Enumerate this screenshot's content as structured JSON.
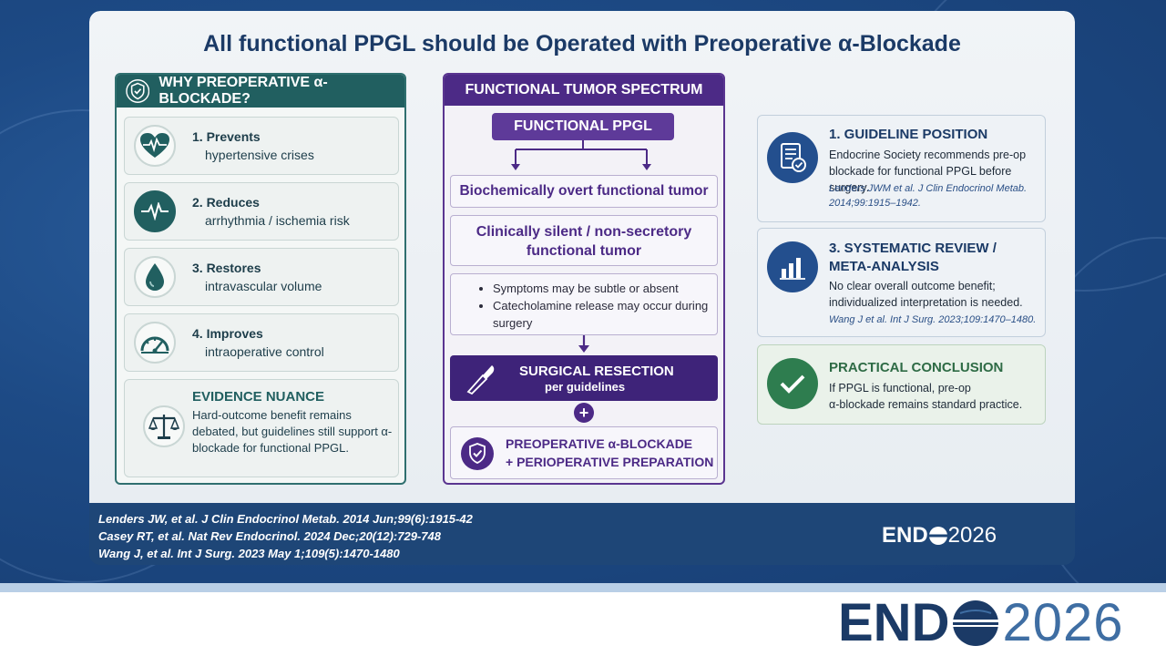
{
  "slide": {
    "title": "All functional PPGL should be Operated with Preoperative α-Blockade"
  },
  "left_panel": {
    "title": "WHY PREOPERATIVE α-BLOCKADE?",
    "items": [
      {
        "line1": "1. Prevents",
        "line2": "hypertensive crises",
        "icon": "heart-ecg-icon"
      },
      {
        "line1": "2. Reduces",
        "line2": "arrhythmia / ischemia risk",
        "icon": "ecg-wave-icon"
      },
      {
        "line1": "3. Restores",
        "line2": "intravascular volume",
        "icon": "droplet-icon"
      },
      {
        "line1": "4. Improves",
        "line2": "intraoperative control",
        "icon": "gauge-icon"
      }
    ],
    "evidence": {
      "title": "EVIDENCE NUANCE",
      "body": "Hard-outcome benefit remains debated, but guidelines still support α-blockade for functional PPGL.",
      "icon": "scales-icon"
    }
  },
  "middle_panel": {
    "title": "FUNCTIONAL TUMOR SPECTRUM",
    "pill": "FUNCTIONAL PPGL",
    "box1": "Biochemically overt functional tumor",
    "box2_line1": "Clinically silent / non-secretory",
    "box2_line2": "functional tumor",
    "bullets": [
      "Symptoms may be subtle or absent",
      "Catecholamine release may occur during surgery"
    ],
    "resection_line1": "SURGICAL RESECTION",
    "resection_line2": "per guidelines",
    "plus": "+",
    "preop_line1": "PREOPERATIVE α-BLOCKADE",
    "preop_line2": "+ PERIOPERATIVE PREPARATION"
  },
  "right_cards": [
    {
      "title": "1. GUIDELINE POSITION",
      "body": "Endocrine Society recommends pre-op blockade for functional PPGL before surgery.",
      "citation": "Lenders JWM et al. J Clin Endocrinol Metab. 2014;99:1915–1942.",
      "icon": "document-check-icon"
    },
    {
      "title_line1": "3. SYSTEMATIC REVIEW /",
      "title_line2": "META-ANALYSIS",
      "body": "No clear overall outcome benefit; individualized interpretation is needed.",
      "citation": "Wang J et al. Int J Surg. 2023;109:1470–1480.",
      "icon": "bar-chart-icon"
    },
    {
      "title": "PRACTICAL CONCLUSION",
      "body_line1": "If PPGL is functional, pre-op",
      "body_line2": "α-blockade remains standard practice.",
      "icon": "checkmark-icon"
    }
  ],
  "references": [
    "Lenders JW, et al. J Clin Endocrinol Metab. 2014 Jun;99(6):1915-42",
    "Casey RT, et al. Nat Rev Endocrinol. 2024 Dec;20(12):729-748",
    "Wang J, et al. Int J Surg. 2023 May 1;109(5):1470-1480"
  ],
  "logo": {
    "prefix": "END",
    "year": "2026"
  },
  "colors": {
    "teal": "#215f60",
    "purple": "#4c2a86",
    "navy": "#1b3a66",
    "green": "#2e7d4f"
  }
}
